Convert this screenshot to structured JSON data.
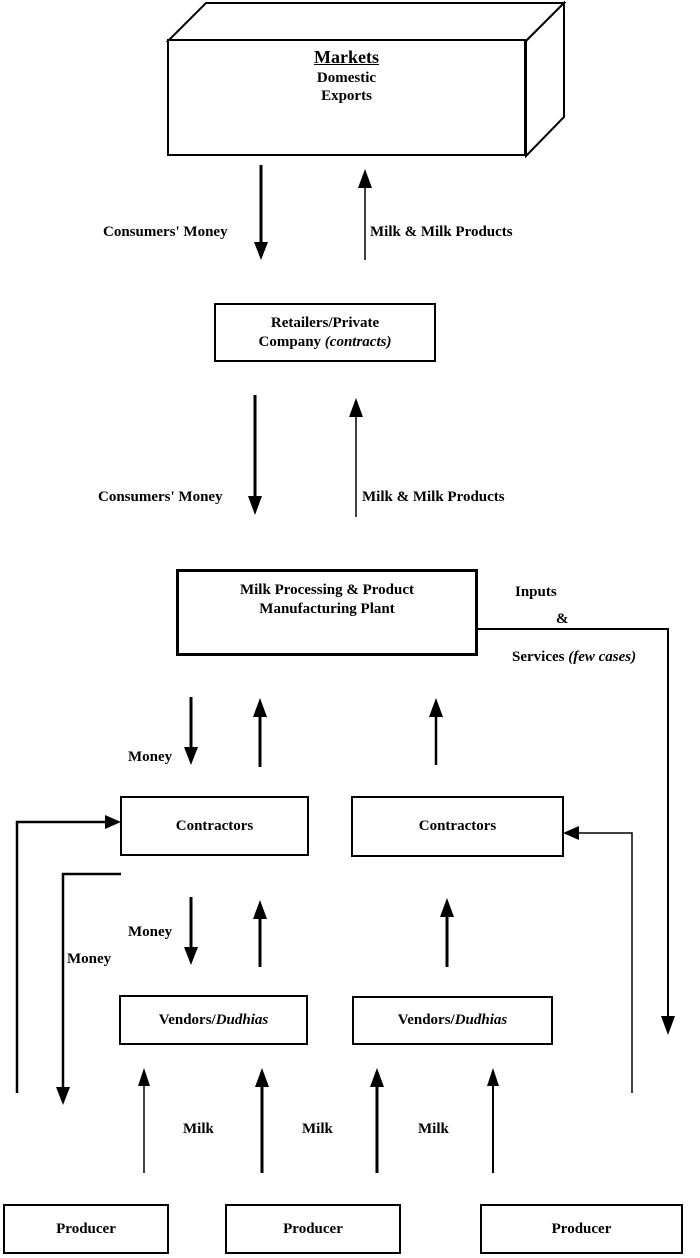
{
  "markets": {
    "title": "Markets",
    "domestic": "Domestic",
    "exports": "Exports"
  },
  "flow_labels": {
    "top_left": "Consumers' Money",
    "top_right": "Milk & Milk Products",
    "mid_left": "Consumers' Money",
    "mid_right": "Milk & Milk Products"
  },
  "retailers": {
    "line1": "Retailers/Private",
    "line2_main": "Company ",
    "line2_italic": "(contracts)"
  },
  "plant": {
    "line1": "Milk Processing & Product",
    "line2": "Manufacturing Plant"
  },
  "side_note": {
    "inputs": "Inputs",
    "amp": "&",
    "services_main": "Services ",
    "services_italic": "(few cases)"
  },
  "contractors": {
    "left": "Contractors",
    "right": "Contractors"
  },
  "money_labels": {
    "upper": "Money",
    "lower": "Money",
    "left": "Money"
  },
  "vendors": {
    "left_main": "Vendors/",
    "left_italic": "Dudhias",
    "right_main": "Vendors/",
    "right_italic": "Dudhias"
  },
  "milk_labels": {
    "m1": "Milk",
    "m2": "Milk",
    "m3": "Milk"
  },
  "producers": {
    "p1": "Producer",
    "p2": "Producer",
    "p3": "Producer"
  },
  "colors": {
    "line": "#000000",
    "background": "#ffffff"
  }
}
